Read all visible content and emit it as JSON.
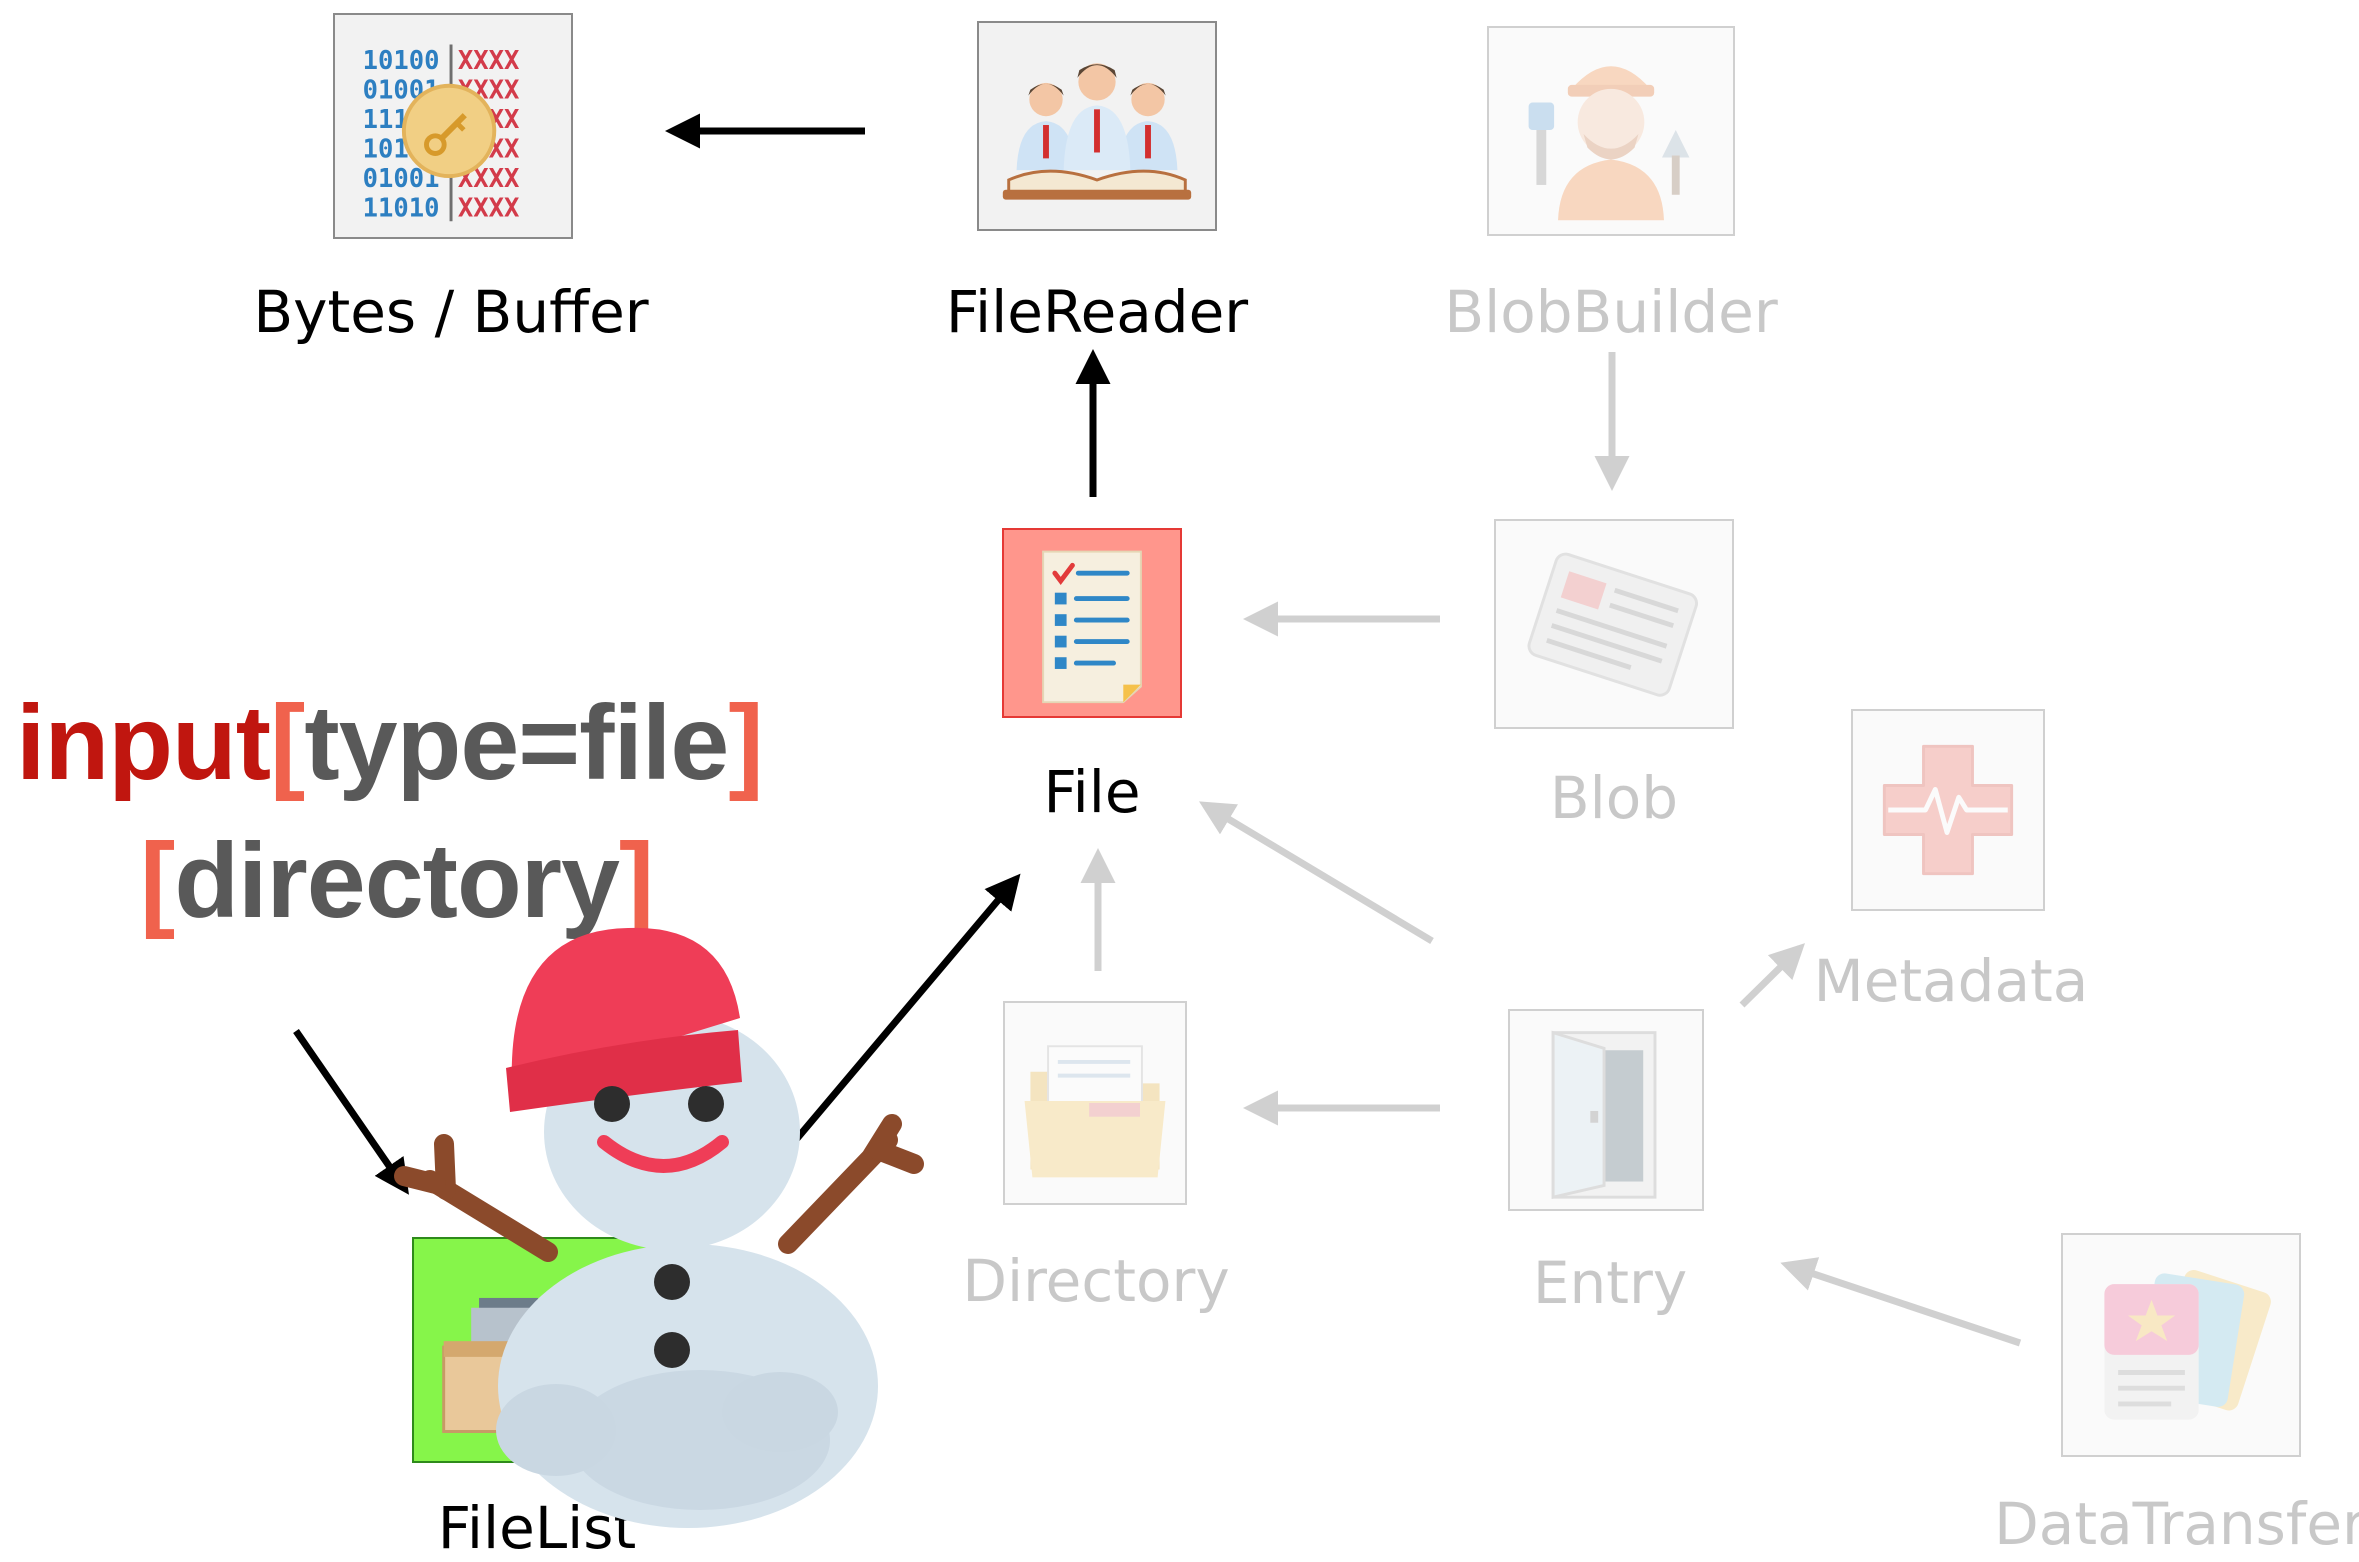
{
  "nodes": {
    "bytes_buffer": {
      "label": "Bytes / Buffer",
      "icon": "binary-key-icon"
    },
    "filereader": {
      "label": "FileReader",
      "icon": "people-reading-icon"
    },
    "blobbuilder": {
      "label": "BlobBuilder",
      "icon": "builder-worker-icon"
    },
    "file": {
      "label": "File",
      "icon": "document-checklist-icon"
    },
    "blob": {
      "label": "Blob",
      "icon": "newspaper-icon"
    },
    "metadata": {
      "label": "Metadata",
      "icon": "medical-cross-icon"
    },
    "directory": {
      "label": "Directory",
      "icon": "folder-icon"
    },
    "entry": {
      "label": "Entry",
      "icon": "door-icon"
    },
    "datatransfer": {
      "label": "DataTransfer",
      "icon": "cards-icon"
    },
    "filelist": {
      "label": "FileList",
      "icon": "file-box-icon"
    }
  },
  "title": {
    "line1": {
      "word": "input",
      "open": "[",
      "content": "type=file",
      "close": "]"
    },
    "line2": {
      "open": "[",
      "content": "directory",
      "close": "]"
    }
  },
  "colors": {
    "active_text": "#000000",
    "faded_text": "#c8c8c8",
    "faded_arrow": "#d0d0d0",
    "file_highlight": "#ff968c",
    "file_border": "#e53935",
    "filelist_highlight": "#86f54a",
    "title_keyword": "#c0160f",
    "title_bracket": "#f0624d",
    "title_text": "#595959"
  },
  "decoration": {
    "icon": "snowman-icon"
  }
}
